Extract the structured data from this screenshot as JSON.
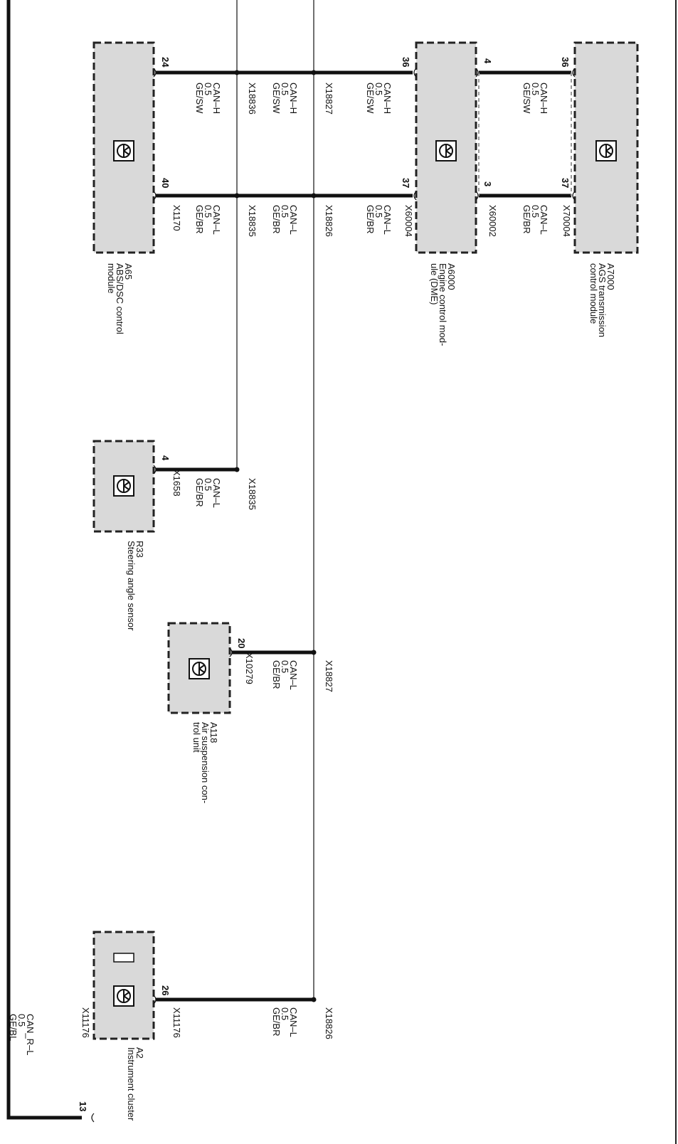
{
  "modules": [
    {
      "id": "A65",
      "name": [
        "ABS/DSC control",
        "module"
      ]
    },
    {
      "id": "A6000",
      "name": [
        "Engine control mod-",
        "ule (DME)"
      ]
    },
    {
      "id": "A7000",
      "name": [
        "AGS transmission",
        "control module"
      ]
    },
    {
      "id": "R33",
      "name": [
        "Steering angle sensor"
      ]
    },
    {
      "id": "A118",
      "name": [
        "Air suspension con-",
        "trol unit"
      ]
    },
    {
      "id": "A2",
      "name": [
        "Instrument cluster"
      ]
    }
  ],
  "pins": {
    "a65_h": "24",
    "a65_l": "40",
    "a6000_h": "36",
    "a6000_l": "37",
    "x60002_h": "4",
    "x60002_l": "3",
    "a7000_h": "36",
    "a7000_l": "37",
    "r33": "4",
    "a118": "20",
    "a2_l": "26",
    "a2_r": "13"
  },
  "wire_labels": {
    "a65_h": [
      "CAN–H",
      "0.5",
      "GE/SW"
    ],
    "x18836": [
      "X18836",
      "CAN–H",
      "0.5",
      "GE/SW"
    ],
    "x18827_h": [
      "X18827",
      "CAN–H",
      "0.5",
      "GE/SW"
    ],
    "x60002_h": [
      "CAN–H",
      "0.5",
      "GE/SW"
    ],
    "a65_l": [
      "X1170",
      "CAN–L",
      "0.5",
      "GE/BR"
    ],
    "x18835_l": [
      "X18835",
      "CAN–L",
      "0.5",
      "GE/BR"
    ],
    "x18826_l": [
      "X18826",
      "CAN–L",
      "0.5",
      "GE/BR"
    ],
    "x60002_l": [
      "X60002",
      "CAN–L",
      "0.5",
      "GE/BR"
    ],
    "r33": [
      "X1658",
      "CAN–L",
      "0.5",
      "GE/BR",
      "X18835"
    ],
    "a118": [
      "X10279",
      "CAN–L",
      "0.5",
      "GE/BR",
      "X18827"
    ],
    "a2": [
      "X11176",
      "CAN–L",
      "0.5",
      "GE/BR",
      "X18826"
    ],
    "a2_r": [
      "X11176",
      "CAN_R–L",
      "0.5",
      "GE/BL"
    ]
  },
  "connectors": {
    "x60004": "X60004",
    "x70004": "X70004"
  },
  "icon": "control-unit-icon"
}
